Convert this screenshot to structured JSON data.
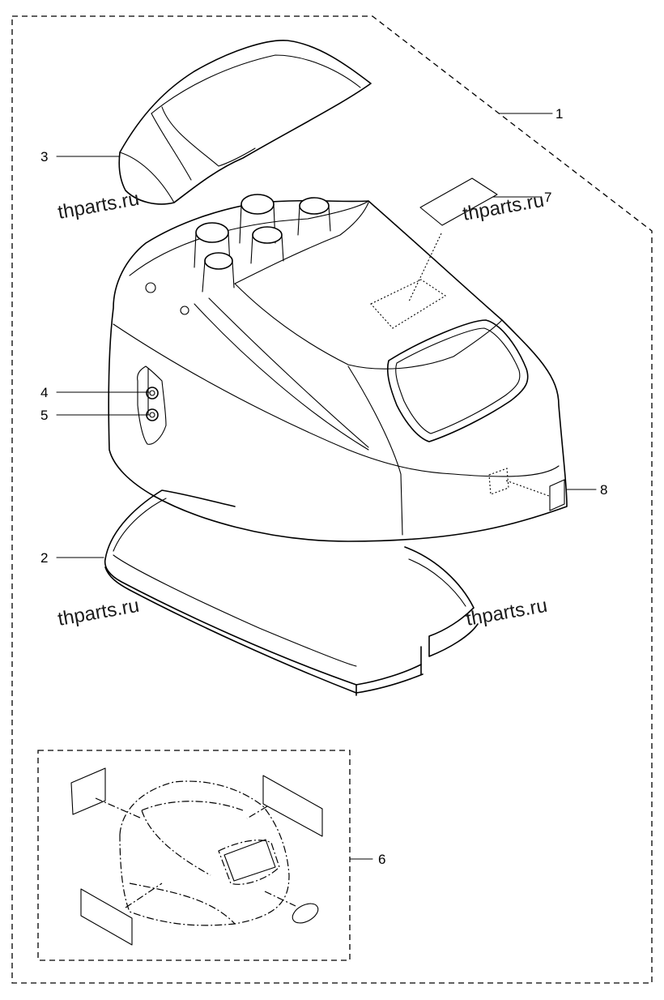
{
  "callouts": {
    "c1": "1",
    "c2": "2",
    "c3": "3",
    "c4": "4",
    "c5": "5",
    "c6": "6",
    "c7": "7",
    "c8": "8"
  },
  "watermarks": {
    "w1": "thparts.ru",
    "w2": "thparts.ru",
    "w3": "thparts.ru",
    "w4": "thparts.ru"
  },
  "colors": {
    "line": "#000000",
    "background": "#ffffff"
  }
}
